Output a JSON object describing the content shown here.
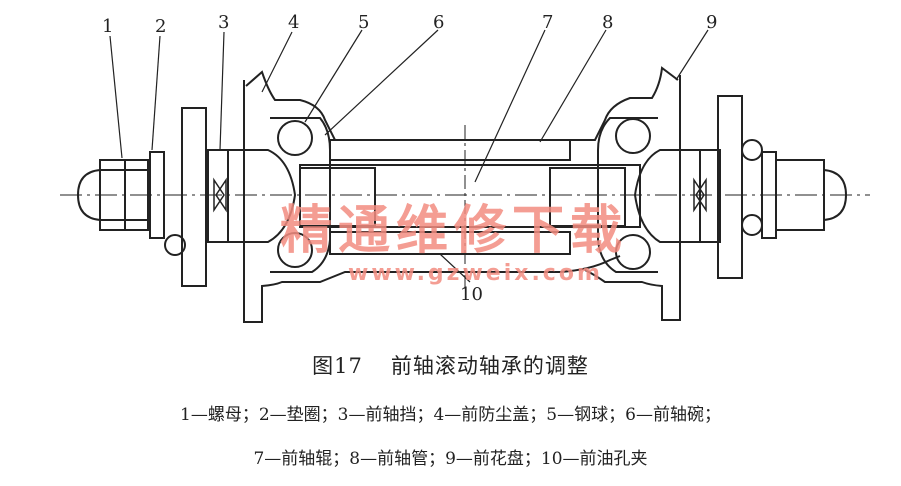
{
  "figure": {
    "callouts": [
      "1",
      "2",
      "3",
      "4",
      "5",
      "6",
      "7",
      "8",
      "9",
      "10"
    ],
    "watermark_cn": "精通维修下载",
    "watermark_url": "www.gzweix.com",
    "watermark_color": "#f28c80"
  },
  "caption": {
    "number": "图17",
    "title": "前轴滚动轴承的调整"
  },
  "legend": {
    "line1": "1—螺母；2—垫圈；3—前轴挡；4—前防尘盖；5—钢球；6—前轴碗；",
    "line2": "7—前轴辊；8—前轴管；9—前花盘；10—前油孔夹"
  }
}
